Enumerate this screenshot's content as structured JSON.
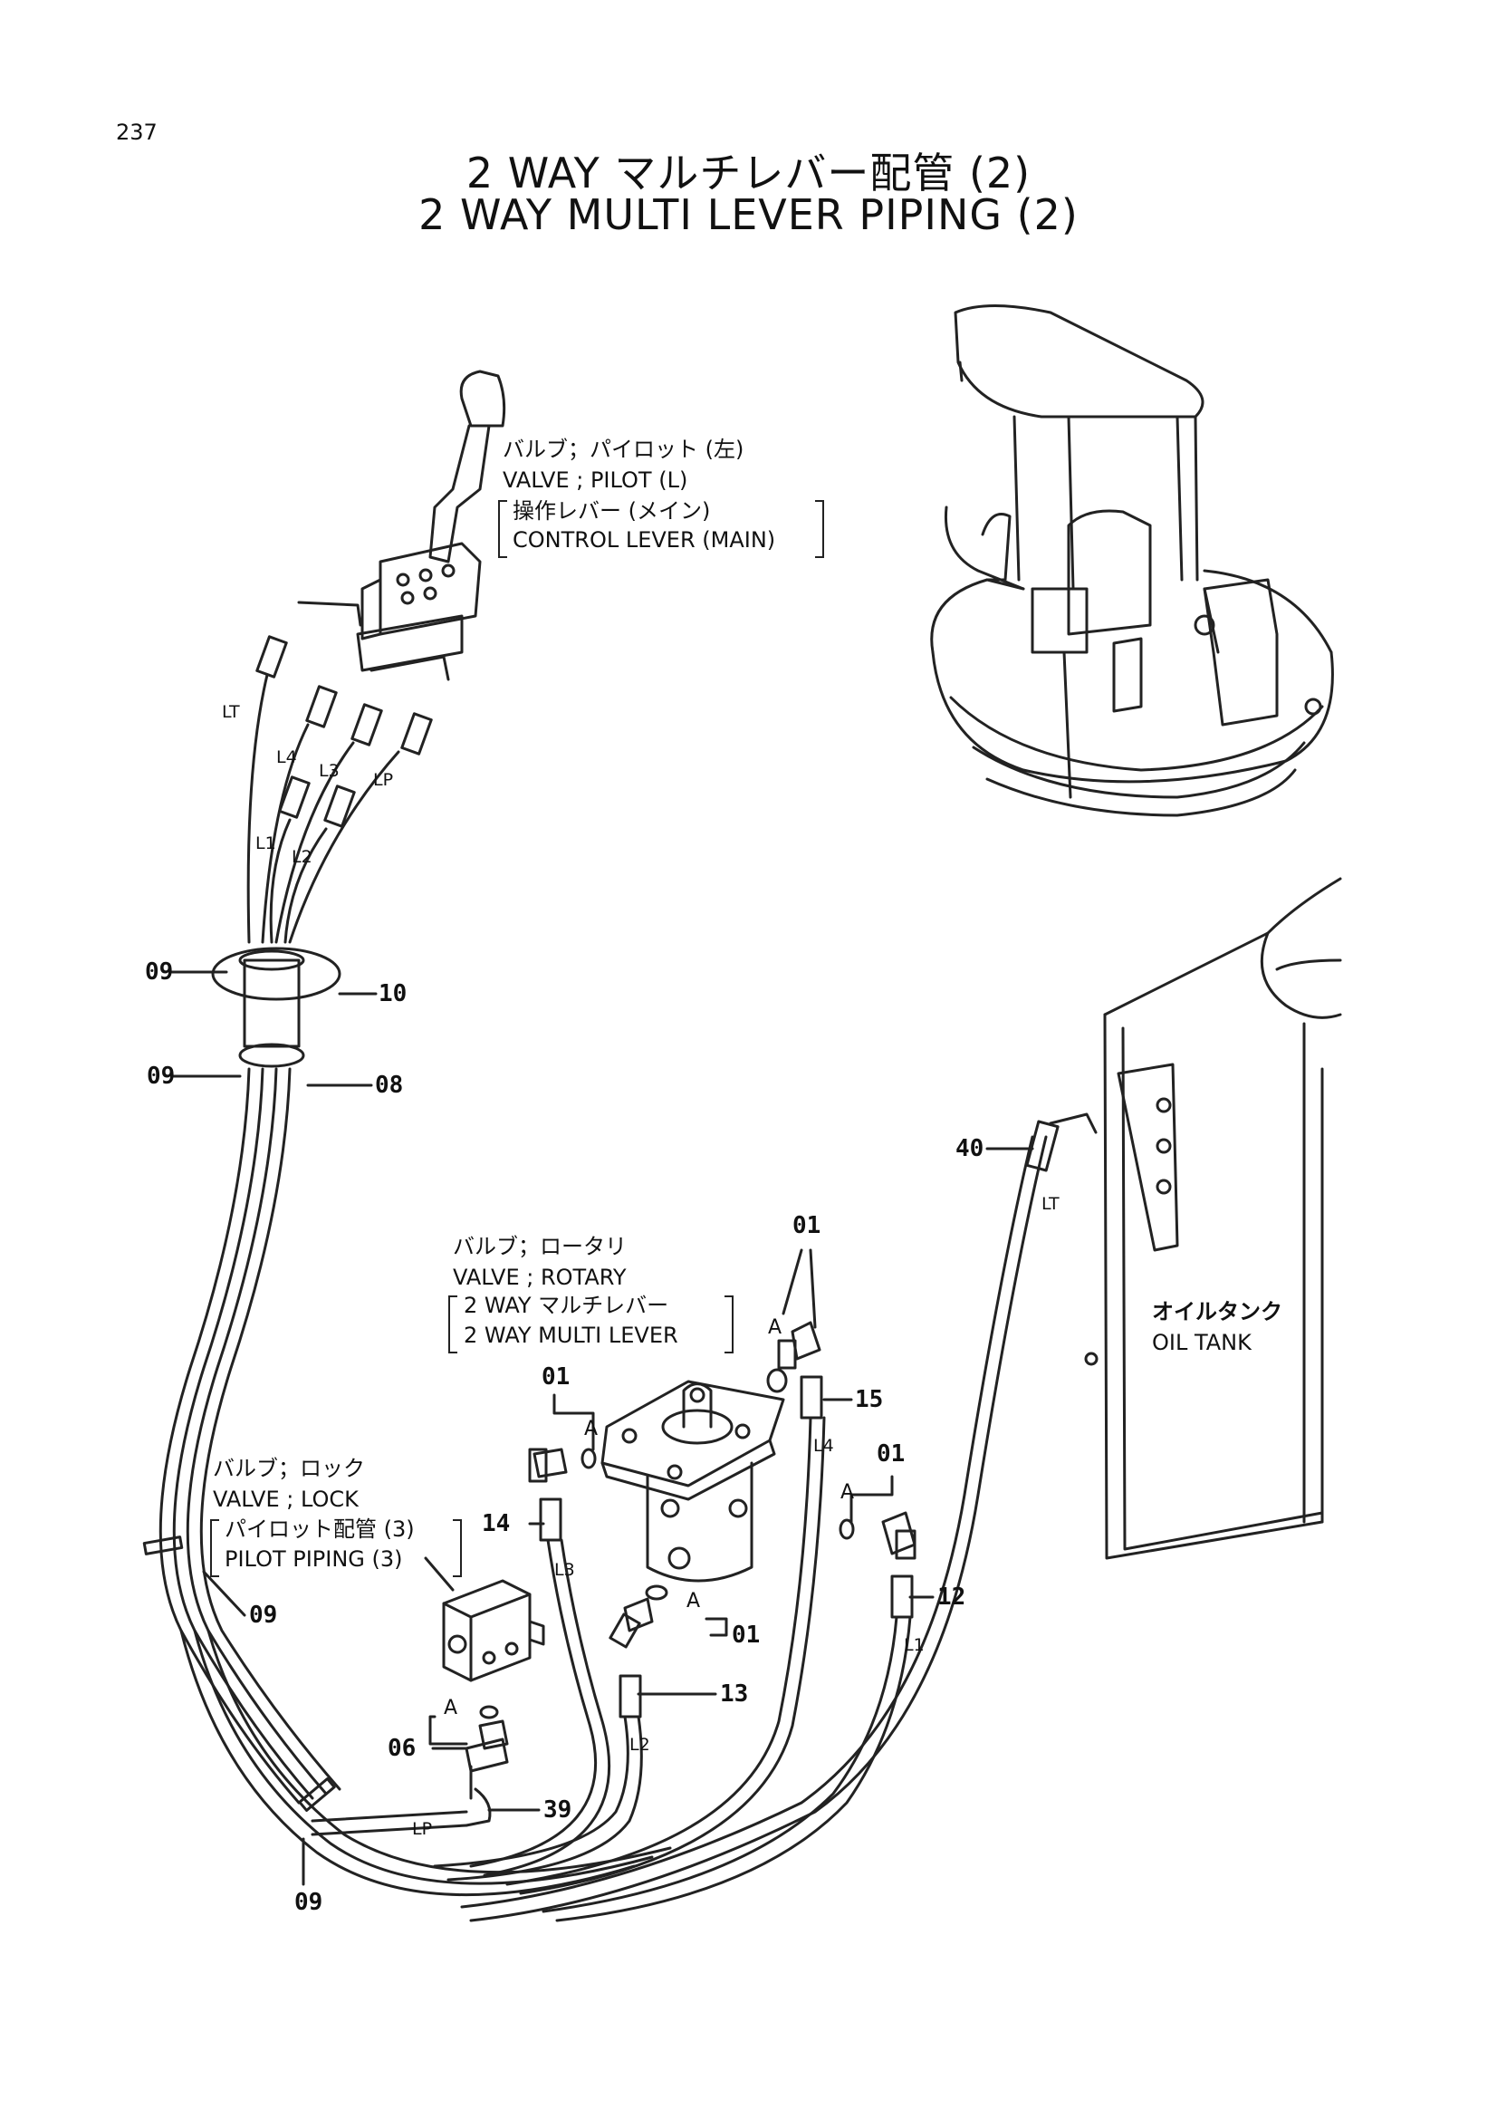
{
  "page_number": "237",
  "title_jp": "2 WAY マルチレバー配管 (2)",
  "title_en": "2 WAY MULTI LEVER PIPING (2)",
  "callouts": {
    "pilot_valve": [
      "バルブ；パイロット (左)",
      "VALVE ; PILOT (L)",
      "操作レバー (メイン)",
      "CONTROL LEVER (MAIN)"
    ],
    "rotary_valve": [
      "バルブ；ロータリ",
      "VALVE ; ROTARY",
      "2 WAY マルチレバー",
      "2 WAY MULTI LEVER"
    ],
    "lock_valve": [
      "バルブ；ロック",
      "VALVE ; LOCK",
      "パイロット配管 (3)",
      "PILOT PIPING (3)"
    ],
    "oil_tank": [
      "オイルタンク",
      "OIL TANK"
    ]
  },
  "part_numbers": {
    "p09a": "09",
    "p10": "10",
    "p09b": "09",
    "p08": "08",
    "p40": "40",
    "p01a": "01",
    "p15": "15",
    "p01b": "01",
    "p01c": "01",
    "p01d": "01",
    "p14": "14",
    "p12": "12",
    "p09c": "09",
    "p13": "13",
    "p06": "06",
    "p39": "39",
    "p09d": "09"
  },
  "hose_labels": {
    "lt1": "LT",
    "l4a": "L4",
    "l3a": "L3",
    "lpa": "LP",
    "l1a": "L1",
    "l2a": "L2",
    "lt2": "LT",
    "l4b": "L4",
    "l3b": "L3",
    "l1b": "L1",
    "l2b": "L2",
    "lpb": "LP"
  },
  "ref_marks": {
    "a1": "A",
    "a2": "A",
    "a3": "A",
    "a4": "A",
    "a5": "A"
  }
}
